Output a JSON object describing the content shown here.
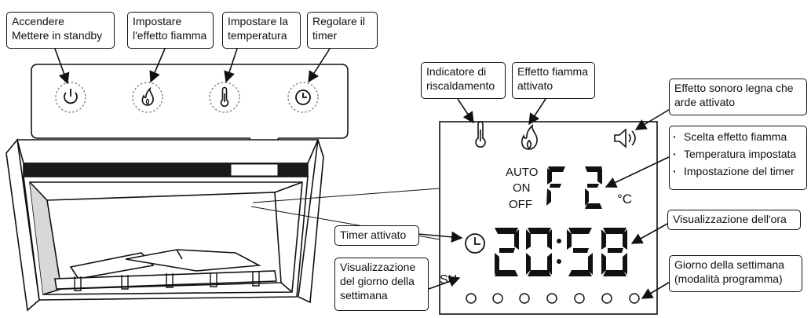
{
  "panel_callouts": {
    "power": [
      "Accendere",
      "Mettere in standby"
    ],
    "flame": [
      "Impostare",
      "l'effetto fiamma"
    ],
    "temperature": [
      "Impostare la",
      "temperatura"
    ],
    "timer": [
      "Regolare il",
      "timer"
    ]
  },
  "display_callouts": {
    "heating_indicator": [
      "Indicatore di",
      "riscaldamento"
    ],
    "flame_effect": [
      "Effetto fiamma",
      "attivato"
    ],
    "sound_effect": [
      "Effetto sonoro legna che",
      "arde attivato"
    ],
    "options": [
      "Scelta effetto fiamma",
      "Temperatura impostata",
      "Impostazione del timer"
    ],
    "time_display": [
      "Visualizzazione dell'ora"
    ],
    "timer_active": [
      "Timer attivato"
    ],
    "weekday_display": [
      "Visualizzazione",
      "del giorno della",
      "settimana"
    ],
    "weekday_program": [
      "Giorno della settimana",
      "(modalità programma)"
    ]
  },
  "lcd": {
    "mode_auto": "AUTO",
    "mode_on": "ON",
    "mode_off": "OFF",
    "segment_code": "F2",
    "unit": "°C",
    "time": "20:58",
    "day": "SU",
    "day_indicator_count": 7
  },
  "icons": {
    "power": "power-icon",
    "flame": "flame-icon",
    "thermometer": "thermometer-icon",
    "clock": "clock-icon",
    "speaker": "speaker-icon"
  }
}
